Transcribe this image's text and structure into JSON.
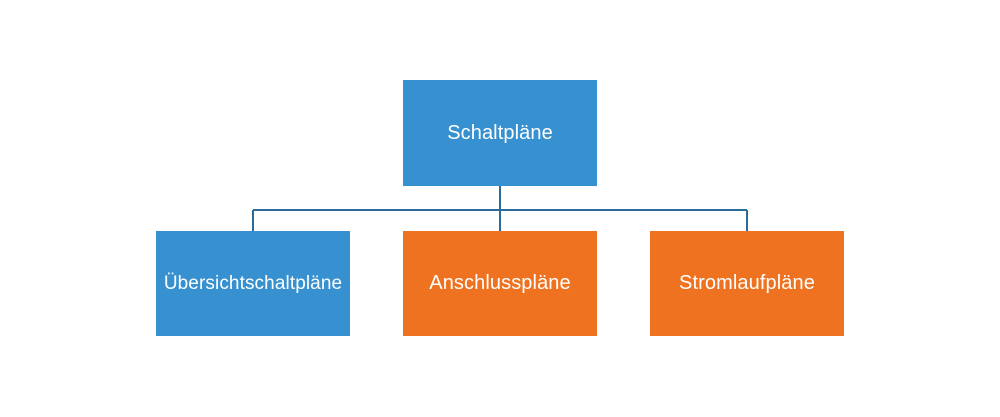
{
  "colors": {
    "parent": "#3790cf",
    "child_blue": "#3790cf",
    "child_orange": "#ee7220",
    "connector": "#2a6b9a"
  },
  "diagram": {
    "root": {
      "label": "Schaltpläne"
    },
    "children": [
      {
        "label": "Übersichtschaltpläne",
        "color_key": "child_blue"
      },
      {
        "label": "Anschlusspläne",
        "color_key": "child_orange"
      },
      {
        "label": "Stromlaufpläne",
        "color_key": "child_orange"
      }
    ]
  }
}
